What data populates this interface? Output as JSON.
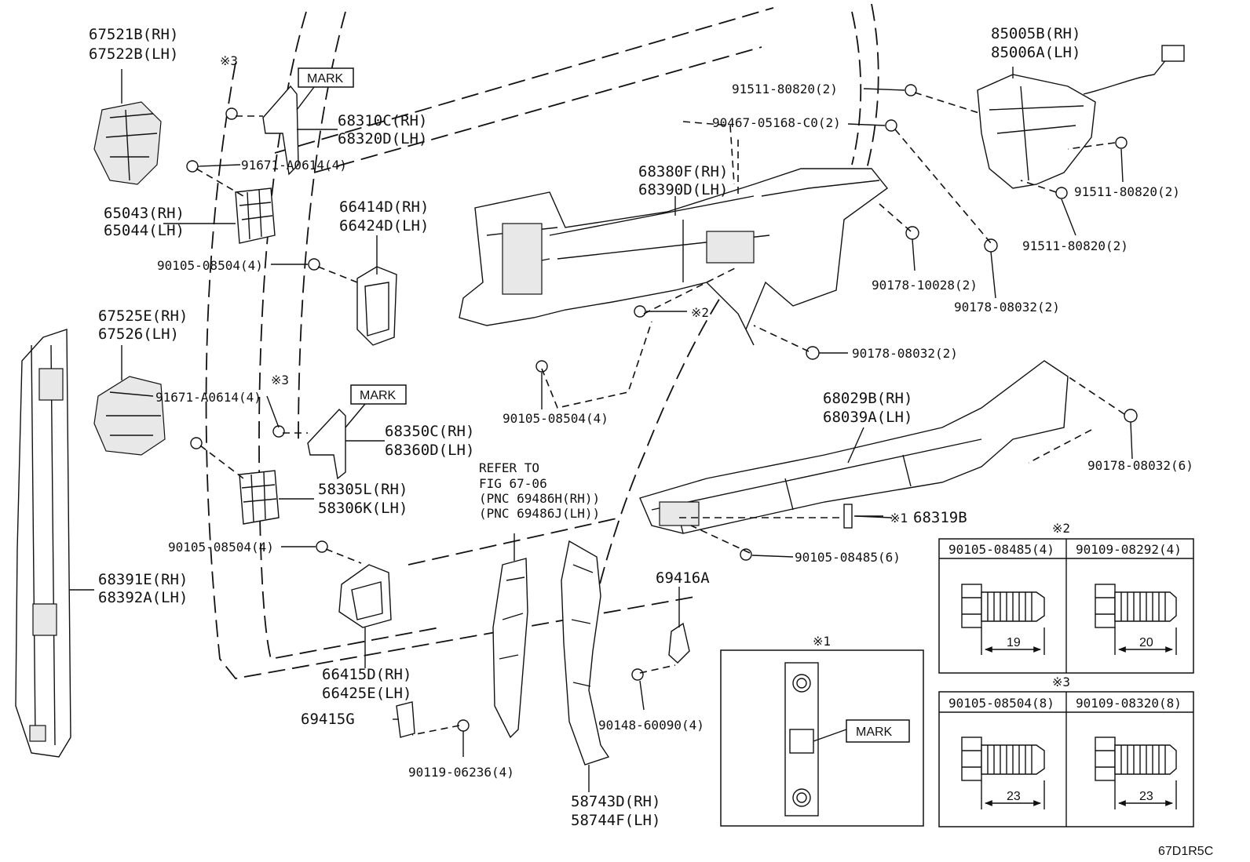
{
  "diagram": {
    "figure_code": "67D1R5C",
    "parts": [
      {
        "id": "p_67521",
        "rh": "67521B(RH)",
        "lh": "67522B(LH)"
      },
      {
        "id": "p_65043",
        "rh": "65043(RH)",
        "lh": "65044(LH)"
      },
      {
        "id": "p_67525",
        "rh": "67525E(RH)",
        "lh": "67526(LH)"
      },
      {
        "id": "p_68391",
        "rh": "68391E(RH)",
        "lh": "68392A(LH)"
      },
      {
        "id": "p_68310",
        "rh": "68310C(RH)",
        "lh": "68320D(LH)"
      },
      {
        "id": "p_66414",
        "rh": "66414D(RH)",
        "lh": "66424D(LH)"
      },
      {
        "id": "p_68350",
        "rh": "68350C(RH)",
        "lh": "68360D(LH)"
      },
      {
        "id": "p_58305",
        "rh": "58305L(RH)",
        "lh": "58306K(LH)"
      },
      {
        "id": "p_66415",
        "rh": "66415D(RH)",
        "lh": "66425E(LH)"
      },
      {
        "id": "p_68380",
        "rh": "68380F(RH)",
        "lh": "68390D(LH)"
      },
      {
        "id": "p_85005",
        "rh": "85005B(RH)",
        "lh": "85006A(LH)"
      },
      {
        "id": "p_68029",
        "rh": "68029B(RH)",
        "lh": "68039A(LH)"
      },
      {
        "id": "p_58743",
        "rh": "58743D(RH)",
        "lh": "58744F(LH)"
      }
    ],
    "singles": {
      "p_69415": "69415G",
      "p_69416": "69416A",
      "p_68319": "68319B"
    },
    "fasteners": {
      "f_91671_a": "91671-A0614(4)",
      "f_91671_b": "91671-A0614(4)",
      "f_90105_a": "90105-08504(4)",
      "f_90105_b": "90105-08504(4)",
      "f_90105_c": "90105-08504(4)",
      "f_90119": "90119-06236(4)",
      "f_90148": "90148-60090(4)",
      "f_90105_485": "90105-08485(6)",
      "f_91511_a": "91511-80820(2)",
      "f_91511_b": "91511-80820(2)",
      "f_91511_c": "91511-80820(2)",
      "f_90467": "90467-05168-C0(2)",
      "f_90178_10028": "90178-10028(2)",
      "f_90178_08032_a": "90178-08032(2)",
      "f_90178_08032_b": "90178-08032(2)",
      "f_90178_08032_6": "90178-08032(6)"
    },
    "notes": {
      "ref1": "※3",
      "ref2": "※3",
      "ref3": "※2",
      "ref4": "※1",
      "mark1": "MARK",
      "mark2": "MARK",
      "refer_line1": "REFER TO",
      "refer_line2": "FIG 67-06",
      "refer_line3": "(PNC 69486H(RH))",
      "refer_line4": "(PNC 69486J(LH))"
    },
    "inset1": {
      "title": "※1",
      "mark": "MARK"
    },
    "inset2": {
      "title": "※2",
      "col1": "90105-08485(4)",
      "col2": "90109-08292(4)",
      "dim1": "19",
      "dim2": "20"
    },
    "inset3": {
      "title": "※3",
      "col1": "90105-08504(8)",
      "col2": "90109-08320(8)",
      "dim1": "23",
      "dim2": "23"
    }
  }
}
